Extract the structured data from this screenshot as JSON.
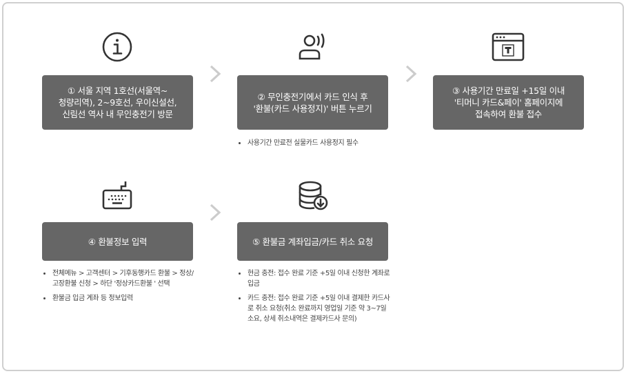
{
  "colors": {
    "box_bg": "#666666",
    "box_text": "#ffffff",
    "icon_stroke": "#333333",
    "chevron": "#cccccc",
    "frame_border": "#cfcfcf",
    "note_text": "#444444"
  },
  "steps": [
    {
      "number": 1,
      "icon": "info-circle-icon",
      "label": "① 서울 지역 1호선(서울역~\n청량리역), 2~9호선, 우이신설선,\n신림선 역사 내 무인충전기 방문",
      "notes": []
    },
    {
      "number": 2,
      "icon": "person-voice-icon",
      "label": "② 무인충전기에서 카드 인식 후\n'환불(카드 사용정지)' 버튼 누르기",
      "notes": [
        "사용기간 만료전 실물카드 사용정지 필수"
      ]
    },
    {
      "number": 3,
      "icon": "browser-window-t-icon",
      "label": "③ 사용기간 만료일 +15일 이내\n'티머니 카드&페이' 홈페이지에\n접속하여 환불 접수",
      "notes": []
    },
    {
      "number": 4,
      "icon": "keyboard-icon",
      "label": "④ 환불정보 입력",
      "notes": [
        "전체메뉴 > 고객센터 > 기후동행카드 환불 > 정상/고장환불 신청 > 하단 '정상카드환불 ' 선택",
        "환불금 입금 계좌 등 정보입력"
      ]
    },
    {
      "number": 5,
      "icon": "database-download-icon",
      "label": "⑤ 환불금 계좌입금/카드 취소 요청",
      "notes": [
        "현금 충전: 접수 완료 기준 +5일 이내 신청한 계좌로 입금",
        "카드 충전: 접수 완료 기준 +5일 이내 결제한 카드사로 취소 요청(취소 완료까지 영업일 기준 약 3~7일 소요, 상세 취소내역은 결제카드사 문의)"
      ]
    }
  ]
}
